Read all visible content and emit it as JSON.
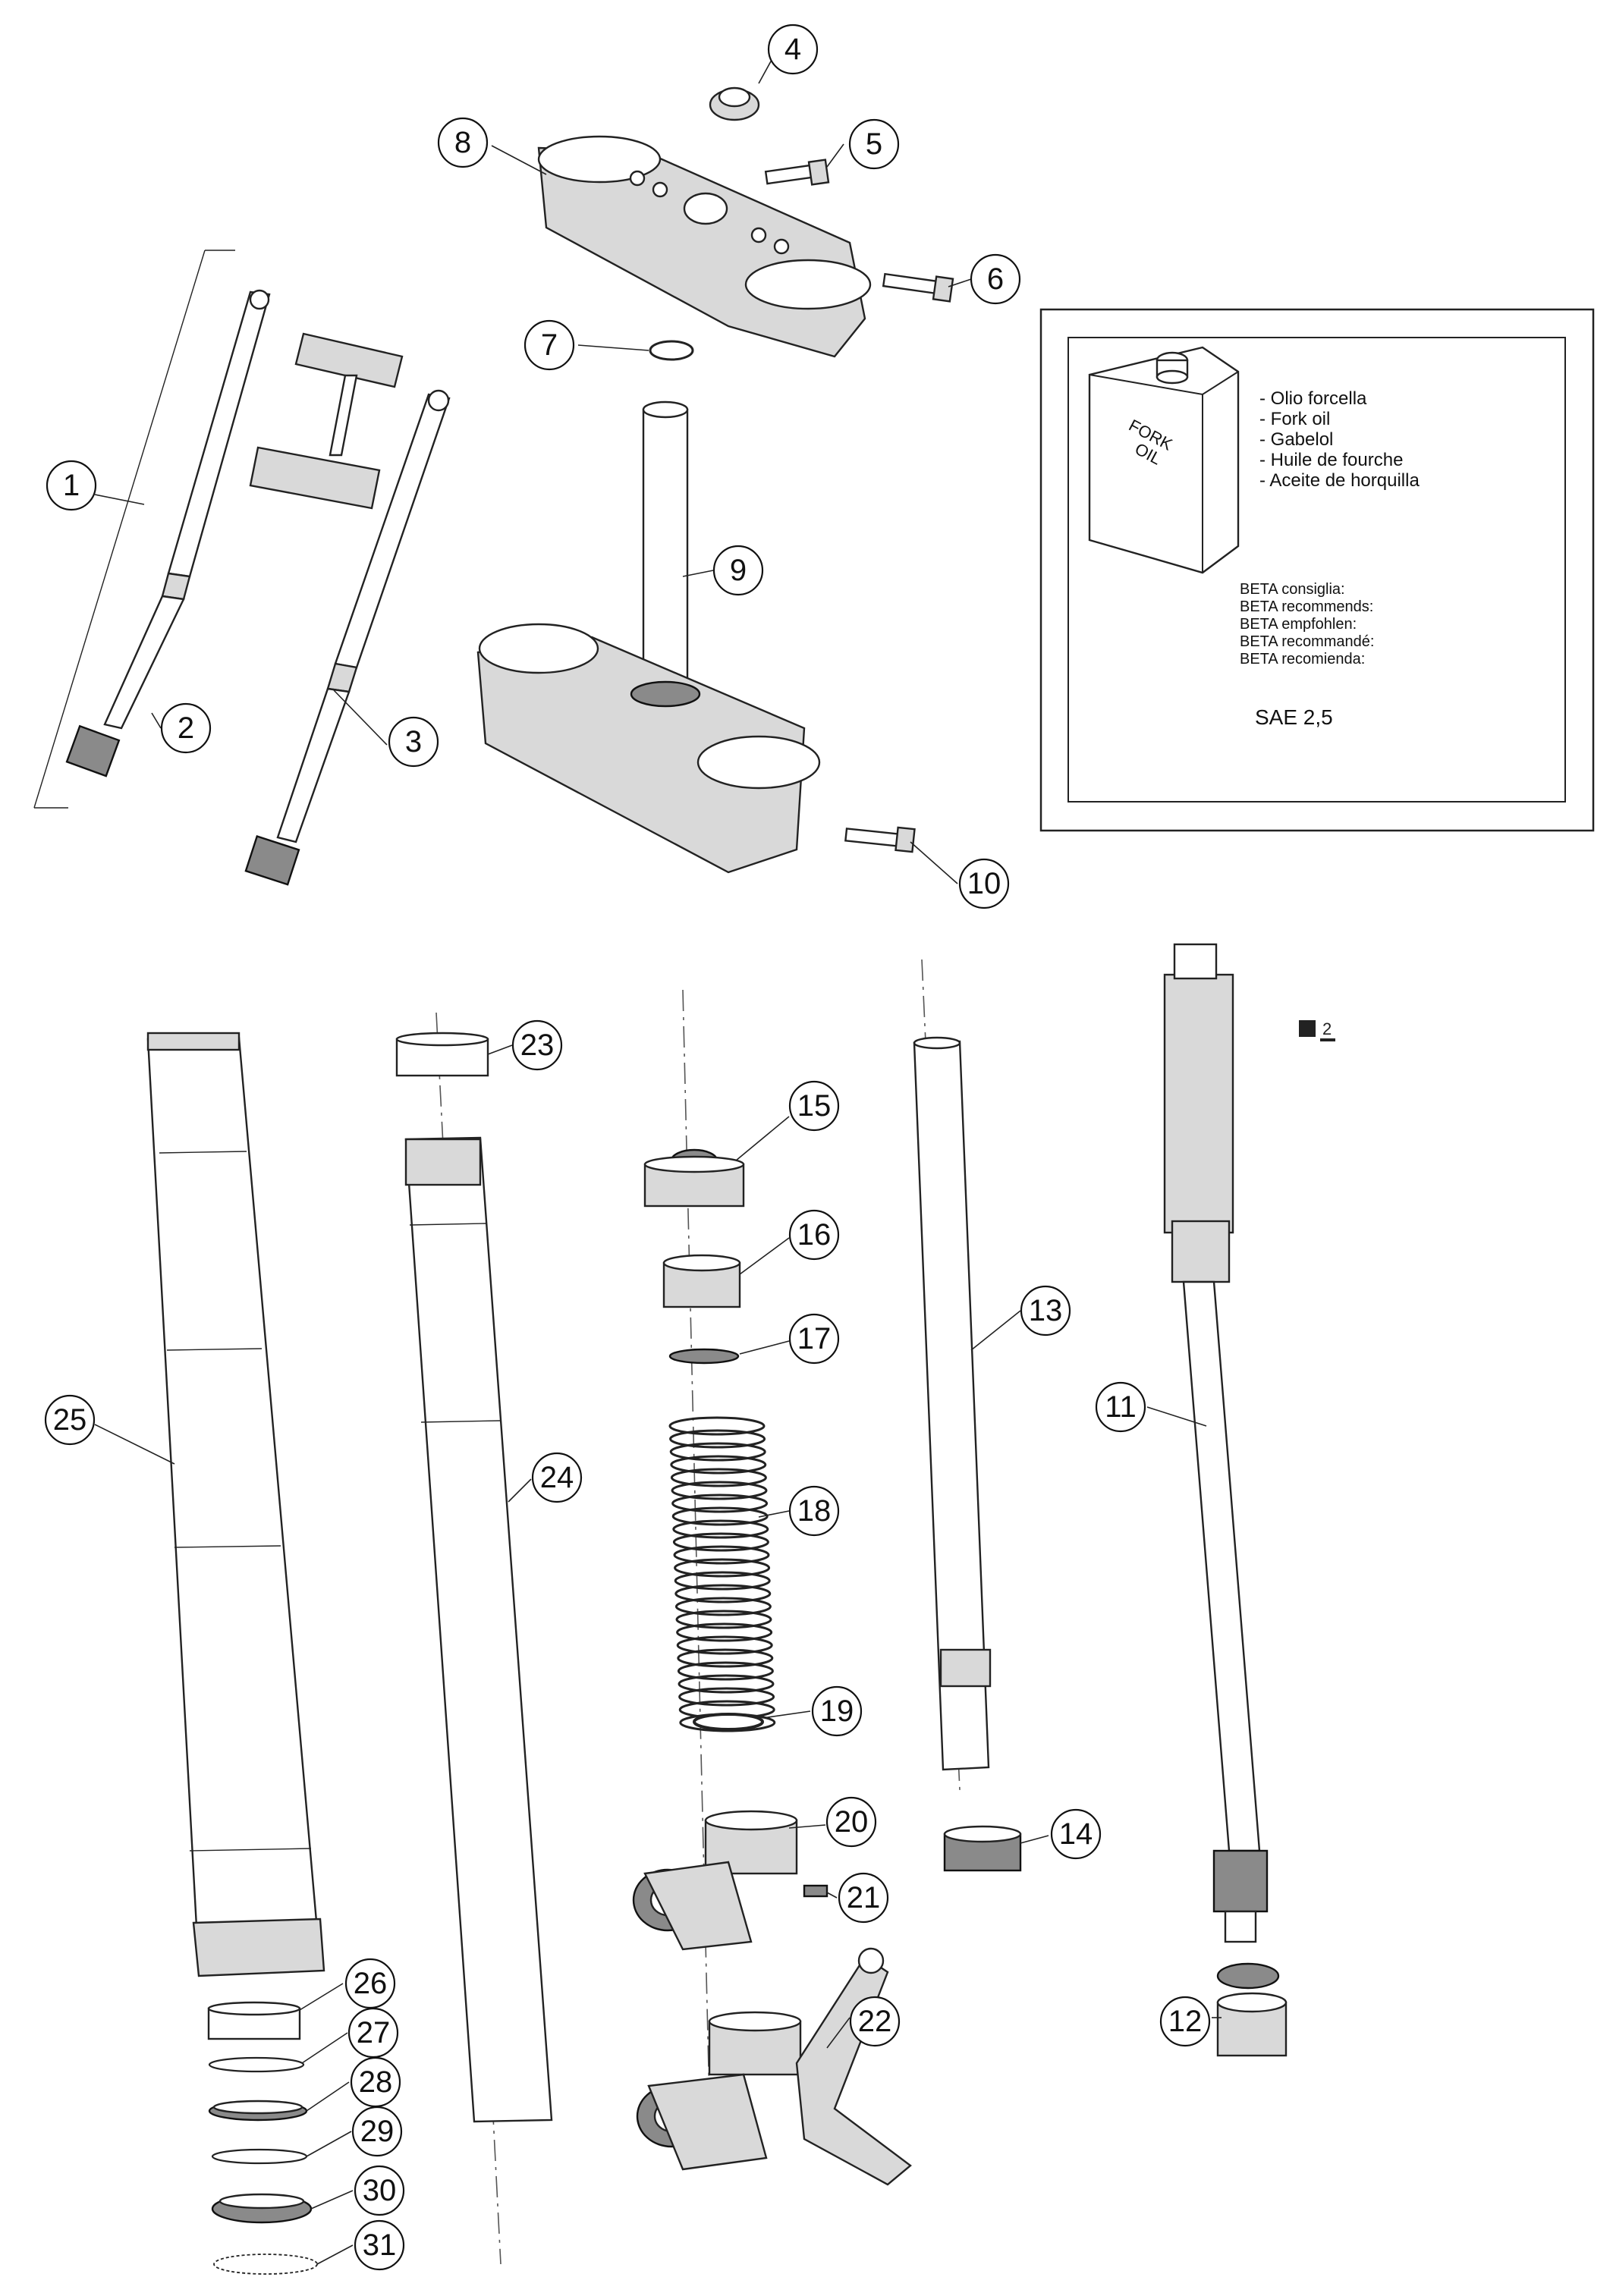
{
  "callouts": [
    "1",
    "2",
    "3",
    "4",
    "5",
    "6",
    "7",
    "8",
    "9",
    "10",
    "11",
    "12",
    "13",
    "14",
    "15",
    "16",
    "17",
    "18",
    "19",
    "20",
    "21",
    "22",
    "23",
    "24",
    "25",
    "26",
    "27",
    "28",
    "29",
    "30",
    "31"
  ],
  "oil_box": {
    "can_label_line1": "FORK",
    "can_label_line2": "OIL",
    "names": [
      "- Olio forcella",
      "- Fork oil",
      "- Gabelol",
      "- Huile de fourche",
      "- Aceite de horquilla"
    ],
    "recommends": [
      "BETA consiglia:",
      "BETA recommends:",
      "BETA empfohlen:",
      "BETA recommandé:",
      "BETA recomienda:"
    ],
    "grade": "SAE 2,5"
  },
  "colors": {
    "line": "#222222",
    "fill_light": "#d9d9d9",
    "fill_dark": "#8a8a8a"
  },
  "icons": [
    "tech-info-icon"
  ]
}
